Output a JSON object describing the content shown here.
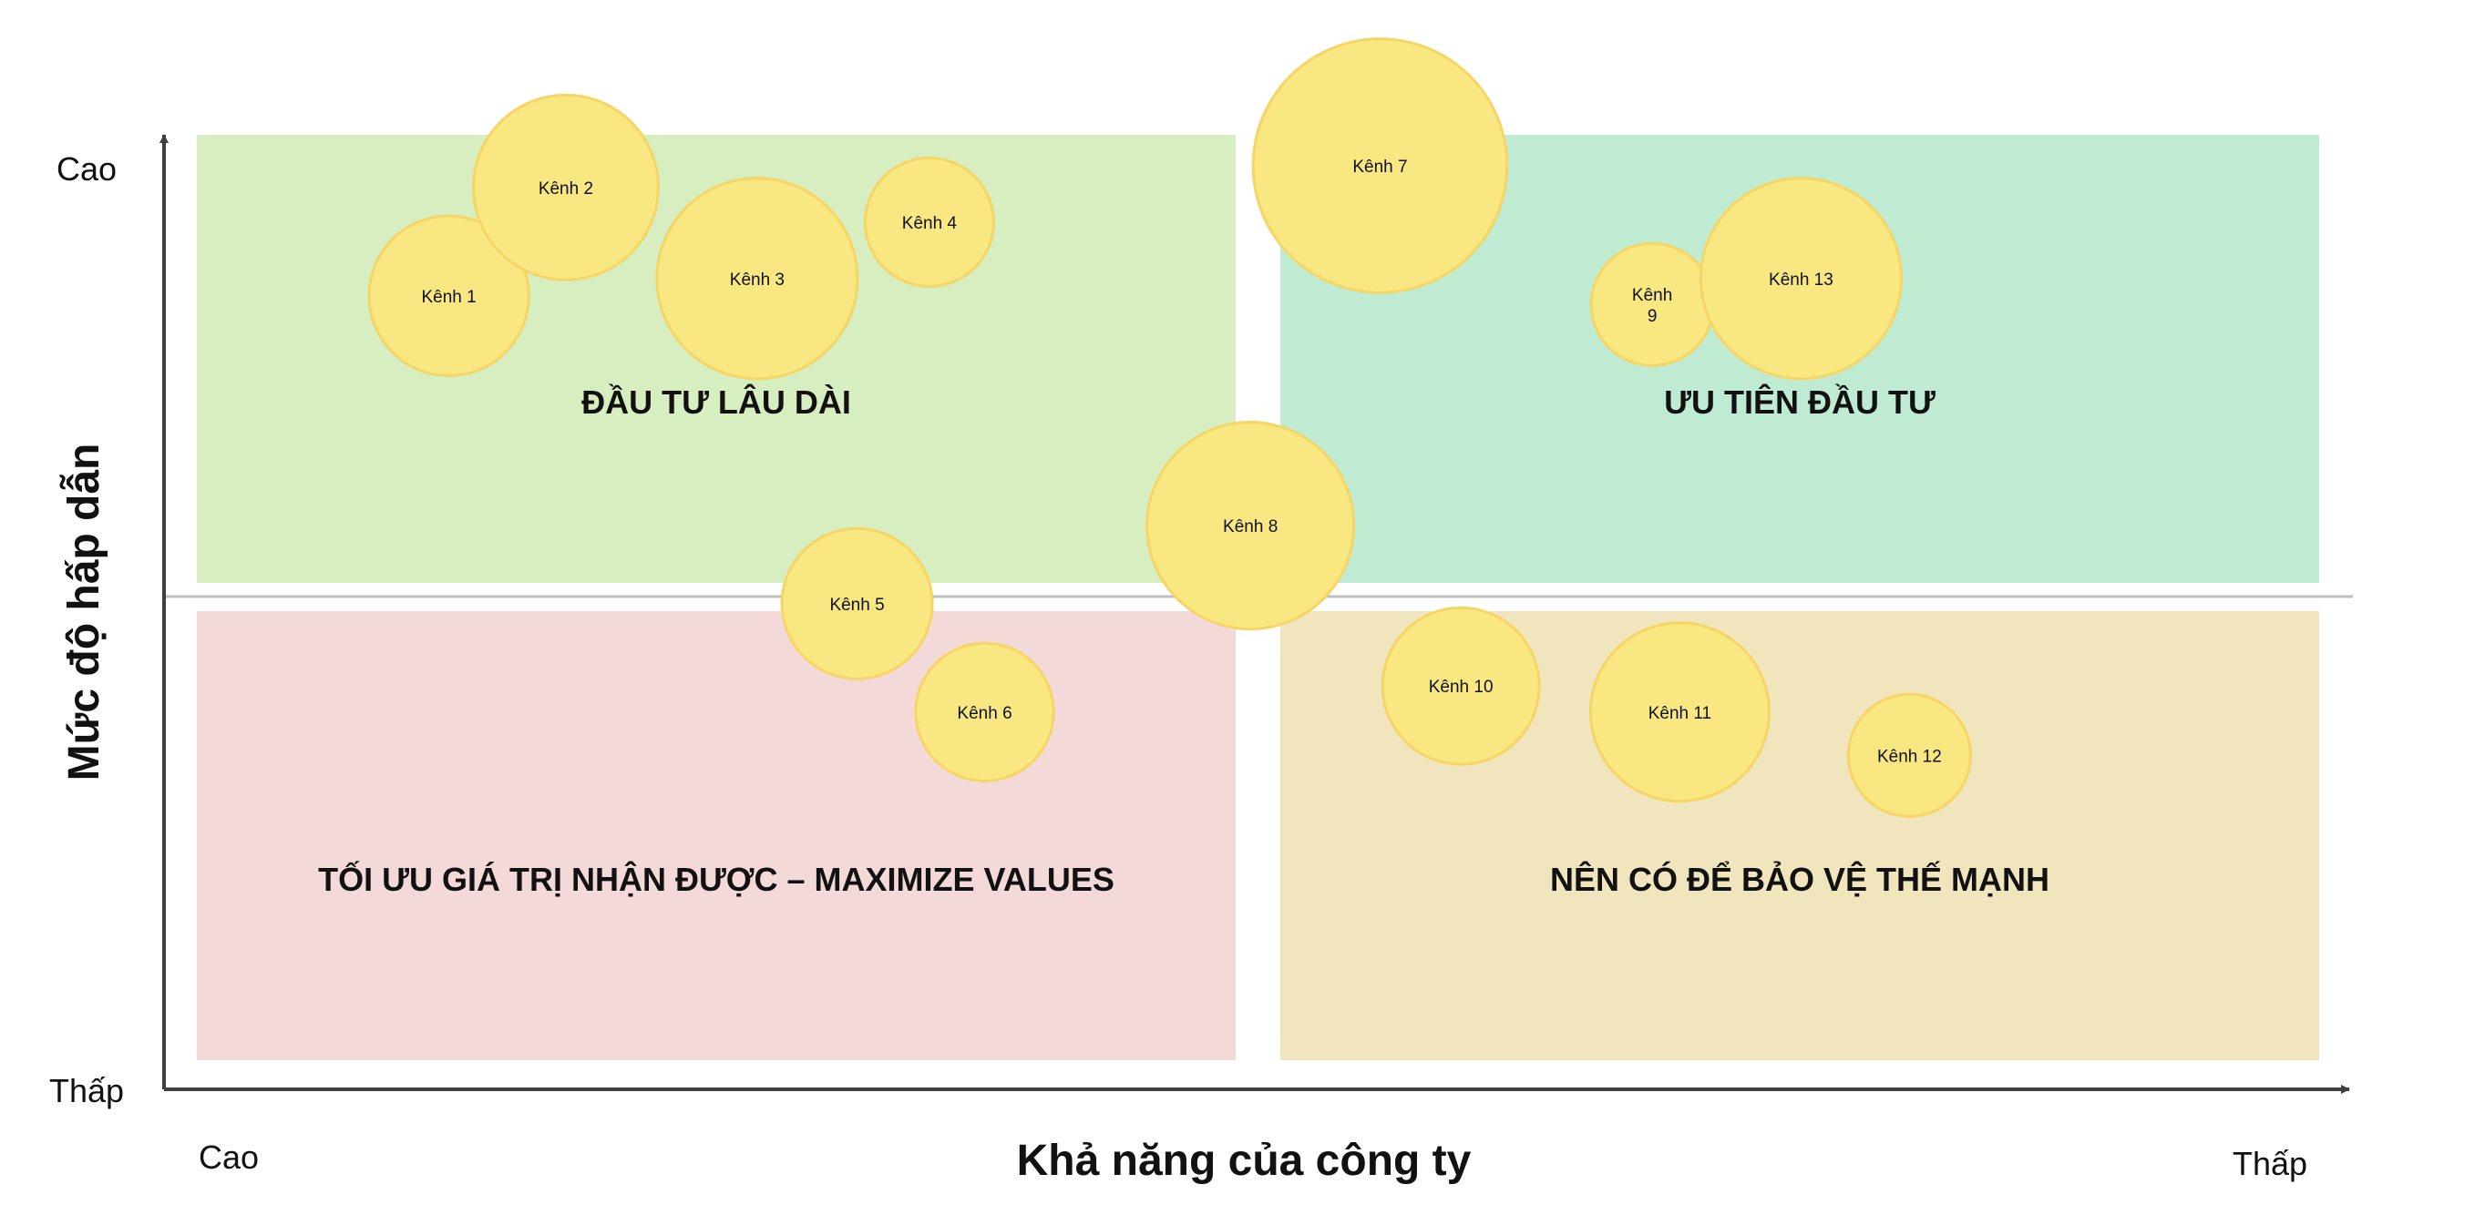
{
  "chart_data": {
    "type": "scatter",
    "title": "",
    "xlabel": "Khả năng của công ty",
    "ylabel": "Mức độ hấp dẫn",
    "x_axis": {
      "left_label": "Cao",
      "right_label": "Thấp"
    },
    "y_axis": {
      "top_label": "Cao",
      "bottom_label": "Thấp"
    },
    "quadrants": [
      {
        "id": "top-left",
        "label": "ĐẦU TƯ LÂU DÀI",
        "color": "#d7eec0"
      },
      {
        "id": "top-right",
        "label": "ƯU TIÊN ĐẦU TƯ",
        "color": "#c0ebd3"
      },
      {
        "id": "bottom-left",
        "label": "TỐI ƯU GIÁ TRỊ NHẬN ĐƯỢC – MAXIMIZE VALUES",
        "color": "#f4d9d9"
      },
      {
        "id": "bottom-right",
        "label": "NÊN CÓ ĐỂ BẢO VỆ THẾ MẠNH",
        "color": "#f1e5be"
      }
    ],
    "series": [
      {
        "points": [
          {
            "label": "Kênh 1",
            "x": 11.9,
            "y": 85.0,
            "size": 51
          },
          {
            "label": "Kênh 2",
            "x": 17.4,
            "y": 97.5,
            "size": 59
          },
          {
            "label": "Kênh 3",
            "x": 26.4,
            "y": 87.0,
            "size": 64
          },
          {
            "label": "Kênh 4",
            "x": 34.5,
            "y": 93.5,
            "size": 41
          },
          {
            "label": "Kênh 5",
            "x": 31.1,
            "y": 49.5,
            "size": 48
          },
          {
            "label": "Kênh 6",
            "x": 37.1,
            "y": 37.0,
            "size": 44
          },
          {
            "label": "Kênh 7",
            "x": 55.7,
            "y": 100.0,
            "size": 81
          },
          {
            "label": "Kênh 8",
            "x": 49.6,
            "y": 58.5,
            "size": 66
          },
          {
            "label": "Kênh\n9",
            "x": 68.5,
            "y": 84.0,
            "size": 39
          },
          {
            "label": "Kênh 10",
            "x": 59.5,
            "y": 40.0,
            "size": 50
          },
          {
            "label": "Kênh 11",
            "x": 69.8,
            "y": 37.0,
            "size": 57
          },
          {
            "label": "Kênh 12",
            "x": 80.6,
            "y": 32.0,
            "size": 39
          },
          {
            "label": "Kênh 13",
            "x": 75.5,
            "y": 87.0,
            "size": 64
          }
        ]
      }
    ],
    "xlim": [
      0,
      100
    ],
    "ylim": [
      0,
      100
    ],
    "grid": false,
    "colors": {
      "bubble_fill": "#f9e781",
      "bubble_stroke": "#f5d565",
      "axis": "#404040",
      "divider": "#bfbfbf"
    }
  }
}
